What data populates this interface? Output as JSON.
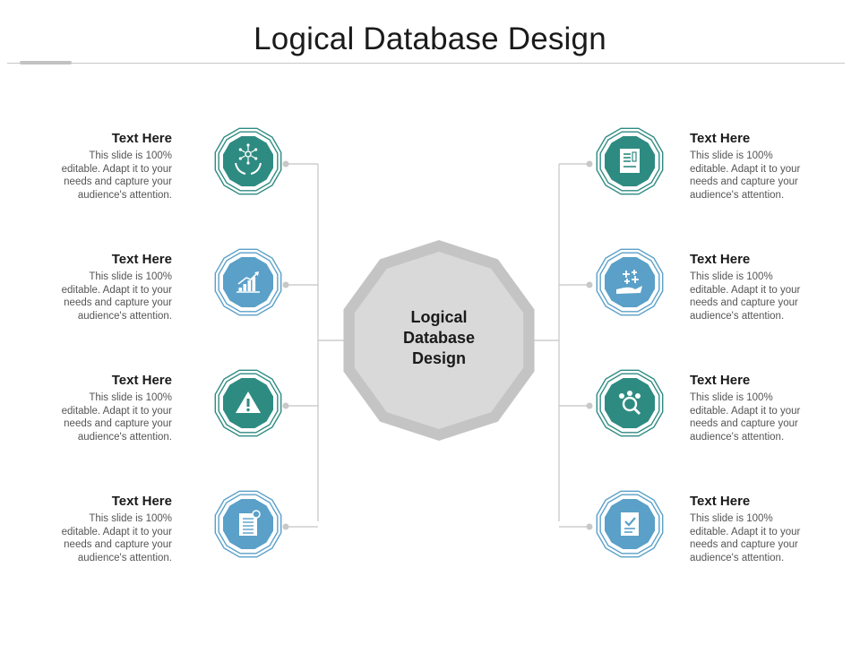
{
  "title": "Logical Database Design",
  "center": {
    "lines": [
      "Logical",
      "Database",
      "Design"
    ]
  },
  "colors": {
    "teal": "#2e8b82",
    "blue": "#5aa0c8",
    "center_fill": "#d9d9d9",
    "center_border": "#c4c4c4",
    "connector": "#c4c4c4"
  },
  "items": [
    {
      "side": "left",
      "heading": "Text Here",
      "body": [
        "This slide is 100%",
        "editable. Adapt it to your",
        "needs and capture your",
        "audience's attention."
      ],
      "icon": "hands-network-icon",
      "color": "teal"
    },
    {
      "side": "left",
      "heading": "Text Here",
      "body": [
        "This slide is 100%",
        "editable. Adapt it to your",
        "needs and capture your",
        "audience's attention."
      ],
      "icon": "bar-chart-growth-icon",
      "color": "blue"
    },
    {
      "side": "left",
      "heading": "Text Here",
      "body": [
        "This slide is 100%",
        "editable. Adapt it to your",
        "needs and capture your",
        "audience's attention."
      ],
      "icon": "warning-triangle-icon",
      "color": "teal"
    },
    {
      "side": "left",
      "heading": "Text Here",
      "body": [
        "This slide is 100%",
        "editable. Adapt it to your",
        "needs and capture your",
        "audience's attention."
      ],
      "icon": "document-icon",
      "color": "blue"
    },
    {
      "side": "right",
      "heading": "Text Here",
      "body": [
        "This slide is 100%",
        "editable. Adapt it to your",
        "needs and capture your",
        "audience's attention."
      ],
      "icon": "report-document-icon",
      "color": "teal"
    },
    {
      "side": "right",
      "heading": "Text Here",
      "body": [
        "This slide is 100%",
        "editable. Adapt it to your",
        "needs and capture your",
        "audience's attention."
      ],
      "icon": "hand-sparkle-icon",
      "color": "blue"
    },
    {
      "side": "right",
      "heading": "Text Here",
      "body": [
        "This slide is 100%",
        "editable. Adapt it to your",
        "needs and capture your",
        "audience's attention."
      ],
      "icon": "team-search-icon",
      "color": "teal"
    },
    {
      "side": "right",
      "heading": "Text Here",
      "body": [
        "This slide is 100%",
        "editable. Adapt it to your",
        "needs and capture your",
        "audience's attention."
      ],
      "icon": "checklist-icon",
      "color": "blue"
    }
  ]
}
